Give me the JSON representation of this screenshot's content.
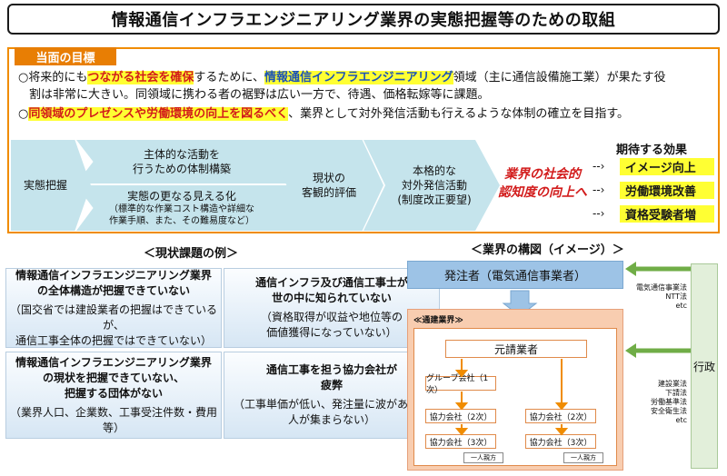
{
  "title": "情報通信インフラエンジニアリング業界の実態把握等のための取組",
  "goals": {
    "tag": "当面の目標",
    "line1": {
      "a": "○将来的にも",
      "b": "つながる社会を確保",
      "c": "するために、",
      "d": "情報通信インフラエンジニアリング",
      "e": "領域（主に通信設備施工業）が果たす役"
    },
    "line2": "割は非常に大きい。同領域に携わる者の裾野は広い一方で、待遇、価格転嫁等に課題。",
    "line3": {
      "a": "○",
      "b": "同領域のプレゼンスや労働環境の向上を図るべく",
      "c": "、業界として対外発信活動も行えるような体制の確立を目指す。"
    },
    "steps": {
      "s1": "実態把握",
      "s2a": "主体的な活動を\n行うための体制構築",
      "s2b_title": "実態の更なる見える化",
      "s2b_sub": "（標準的な作業コスト構造や詳細な\n作業手順、また、その難易度など）",
      "s3": "現状の\n客観的評価",
      "s4": "本格的な\n対外発信活動\n(制度改正要望)"
    },
    "red_note": "業界の社会的\n認知度の向上へ",
    "effects": {
      "title": "期待する効果",
      "items": [
        "イメージ向上",
        "労働環境改善",
        "資格受験者増"
      ]
    }
  },
  "issues": {
    "heading": "＜現状課題の例＞",
    "cards": [
      {
        "title": "情報通信インフラエンジニアリング業界\nの全体構造が把握できていない",
        "body": "（国交省では建設業者の把握はできているが、\n通信工事全体の把握ではできていない）"
      },
      {
        "title": "通信インフラ及び通信工事士が\n世の中に知られていない",
        "body": "（資格取得が収益や地位等の\n価値獲得になっていない）"
      },
      {
        "title": "情報通信インフラエンジニアリング業界\nの現状を把握できていない、\n把握する団体がない",
        "body": "（業界人口、企業数、工事受注件数・費用等）"
      },
      {
        "title": "通信工事を担う協力会社が\n疲弊",
        "body": "（工事単価が低い、発注量に波がある、\n人が集まらない）"
      }
    ]
  },
  "structure": {
    "heading": "＜業界の構図（イメージ）＞",
    "client": "発注者（電気通信事業者）",
    "construction_label": "≪通建業界≫",
    "prime": "元請業者",
    "group": "グループ会社（1次）",
    "coop2": "協力会社（2次）",
    "coop3": "協力会社（3次）",
    "solo": "一人親方",
    "gov": "行政",
    "laws_top": "電気通信事業法\nNTT法\netc",
    "laws_bottom": "建設業法\n下請法\n労働基準法\n安全衛生法\netc"
  }
}
